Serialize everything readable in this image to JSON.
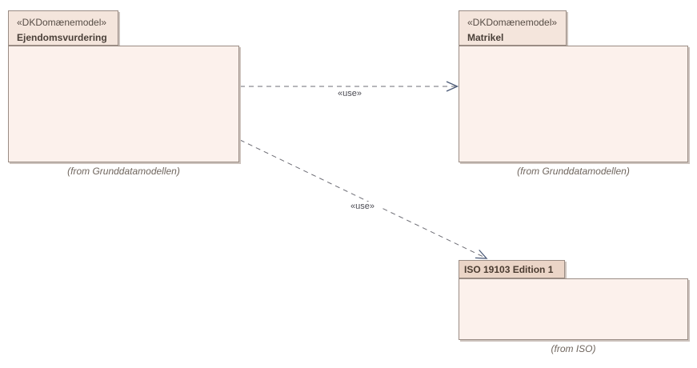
{
  "diagram": {
    "type": "uml-package-diagram",
    "packages": [
      {
        "id": "ejendomsvurdering",
        "stereotype": "«DKDomænemodel»",
        "name": "Ejendomsvurdering",
        "from_note": "(from Grunddatamodellen)"
      },
      {
        "id": "matrikel",
        "stereotype": "«DKDomænemodel»",
        "name": "Matrikel",
        "from_note": "(from Grunddatamodellen)"
      },
      {
        "id": "iso-19103-edition-1",
        "stereotype": "",
        "name": "ISO 19103 Edition 1",
        "from_note": "(from ISO)"
      }
    ],
    "connectors": [
      {
        "label": "«use»",
        "style": "dashed-open-arrow",
        "from": "Ejendomsvurdering",
        "to": "Matrikel"
      },
      {
        "label": "«use»",
        "style": "dashed-open-arrow",
        "from": "Ejendomsvurdering",
        "to": "ISO 19103 Edition 1"
      }
    ],
    "colors": {
      "canvas_background": "#ffffff",
      "package_body_fill": "#fcf1ec",
      "package_tab_fill": "#f4e5dc",
      "package_tab_plain_fill": "#ebd5c7",
      "package_border": "#9a8c84",
      "package_shadow": "#cdc3bd",
      "connector_dash": "#6e6e76",
      "arrowhead": "#4b5a77",
      "name_text": "#493f38",
      "note_text": "#6f655d"
    }
  }
}
